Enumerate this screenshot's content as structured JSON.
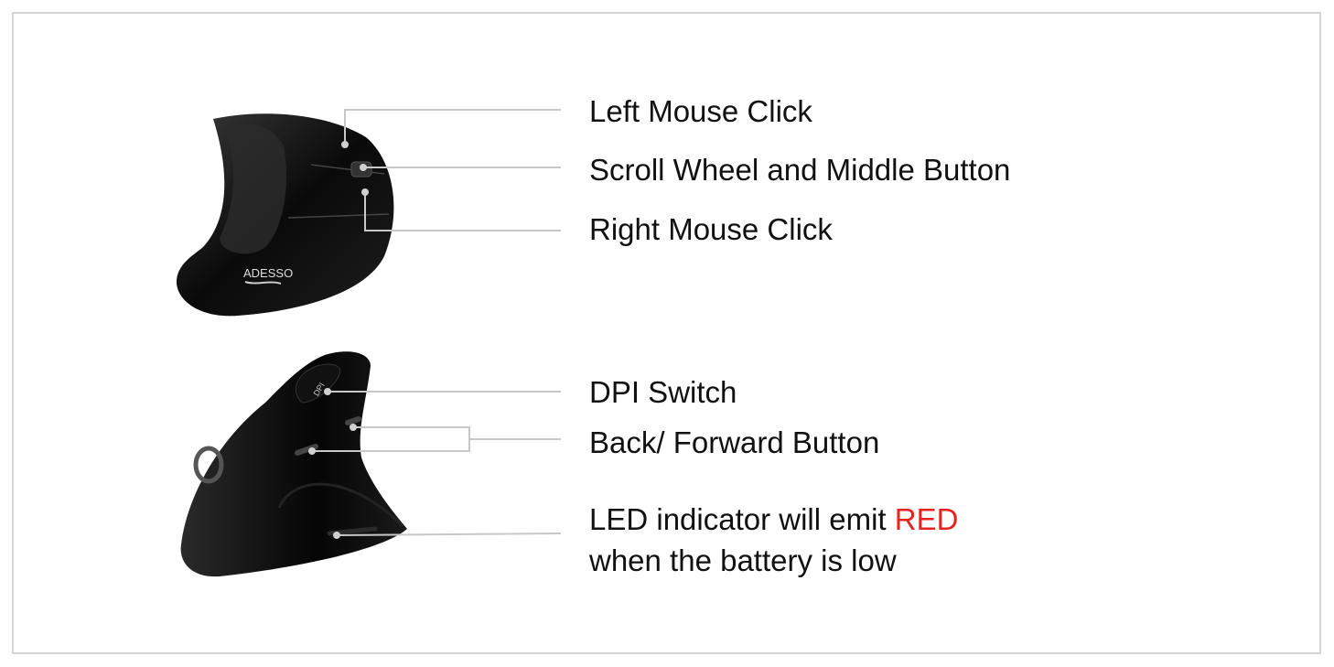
{
  "brand_logo": "ADESSO",
  "dpi_marking": "DPI",
  "labels": {
    "left_click": "Left Mouse Click",
    "scroll_wheel": "Scroll Wheel and Middle Button",
    "right_click": "Right Mouse Click",
    "dpi_switch": "DPI Switch",
    "back_forward": "Back/ Forward Button",
    "led_prefix": "LED indicator will emit ",
    "led_color_word": "RED",
    "led_suffix": "when the battery is low"
  },
  "colors": {
    "accent_red": "#e52421",
    "leader_line": "#c8c8c8"
  }
}
